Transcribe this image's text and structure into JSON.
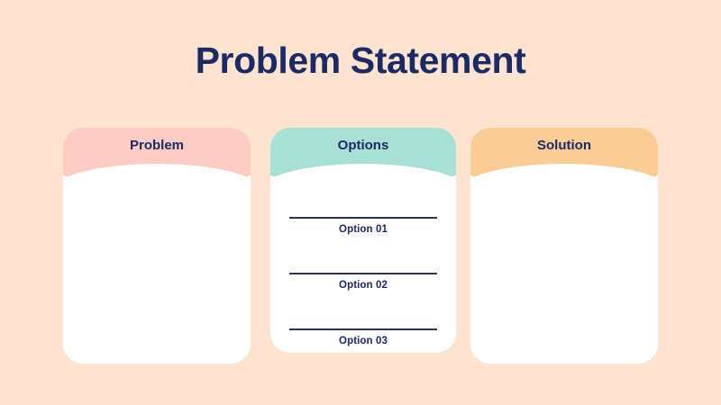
{
  "slide": {
    "title": "Problem Statement",
    "background_color": "#fee3d0",
    "text_color": "#1b2a63"
  },
  "cards": [
    {
      "key": "problem",
      "title": "Problem",
      "header_color": "#fcccc5",
      "body_color": "#ffffff",
      "options": []
    },
    {
      "key": "options",
      "title": "Options",
      "header_color": "#a9e0d6",
      "body_color": "#ffffff",
      "options": [
        {
          "label": "Option 01"
        },
        {
          "label": "Option 02"
        },
        {
          "label": "Option 03"
        }
      ]
    },
    {
      "key": "solution",
      "title": "Solution",
      "header_color": "#facc96",
      "body_color": "#ffffff",
      "options": []
    }
  ]
}
